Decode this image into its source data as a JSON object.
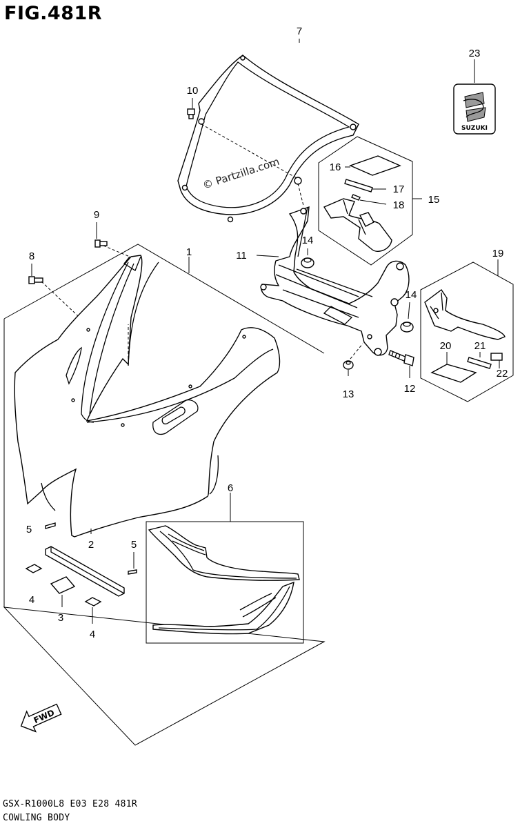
{
  "figure": {
    "title": "FIG.481R",
    "model_code": "GSX-R1000L8  E03  E28  481R",
    "caption": "COWLING BODY"
  },
  "watermark": "© Partzilla.com",
  "brand_decal": "SUZUKI",
  "fwd_label": "FWD",
  "callouts": [
    {
      "id": "c1",
      "label": "1"
    },
    {
      "id": "c2",
      "label": "2"
    },
    {
      "id": "c3",
      "label": "3"
    },
    {
      "id": "c4a",
      "label": "4"
    },
    {
      "id": "c4b",
      "label": "4"
    },
    {
      "id": "c5a",
      "label": "5"
    },
    {
      "id": "c5b",
      "label": "5"
    },
    {
      "id": "c6",
      "label": "6"
    },
    {
      "id": "c7",
      "label": "7"
    },
    {
      "id": "c8",
      "label": "8"
    },
    {
      "id": "c9",
      "label": "9"
    },
    {
      "id": "c10",
      "label": "10"
    },
    {
      "id": "c11",
      "label": "11"
    },
    {
      "id": "c12",
      "label": "12"
    },
    {
      "id": "c13",
      "label": "13"
    },
    {
      "id": "c14a",
      "label": "14"
    },
    {
      "id": "c14b",
      "label": "14"
    },
    {
      "id": "c15",
      "label": "15"
    },
    {
      "id": "c16",
      "label": "16"
    },
    {
      "id": "c17",
      "label": "17"
    },
    {
      "id": "c18",
      "label": "18"
    },
    {
      "id": "c19",
      "label": "19"
    },
    {
      "id": "c20",
      "label": "20"
    },
    {
      "id": "c21",
      "label": "21"
    },
    {
      "id": "c22",
      "label": "22"
    },
    {
      "id": "c23",
      "label": "23"
    }
  ]
}
